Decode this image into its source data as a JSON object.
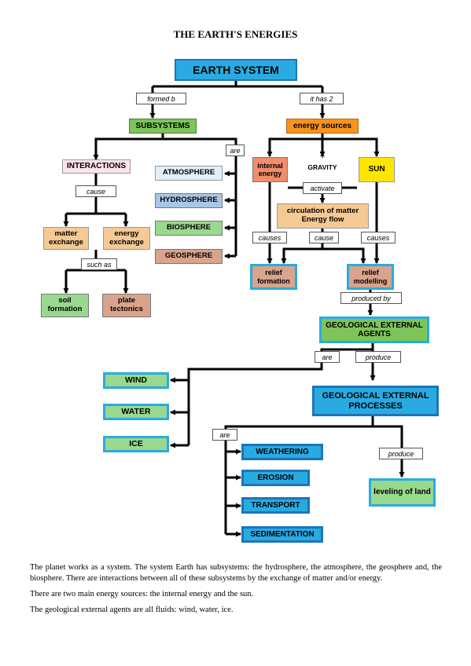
{
  "title": "THE EARTH'S ENERGIES",
  "nodes": {
    "earth_system": "EARTH SYSTEM",
    "subsystems": "SUBSYSTEMS",
    "energy_sources": "energy sources",
    "interactions": "INTERACTIONS",
    "atmosphere": "ATMOSPHERE",
    "hydrosphere": "HYDROSPHERE",
    "biosphere": "BIOSPHERE",
    "geosphere": "GEOSPHERE",
    "matter_exchange": "matter exchange",
    "energy_exchange": "energy exchange",
    "soil_formation": "soil formation",
    "plate_tectonics": "plate tectonics",
    "internal_energy": "internal energy",
    "gravity": "GRAVITY",
    "sun": "SUN",
    "circulation": "circulation of matter Energy flow",
    "relief_formation": "relief formation",
    "relief_modelling": "relief modelling",
    "geological_agents": "GEOLOGICAL EXTERNAL AGENTS",
    "wind": "WIND",
    "water": "WATER",
    "ice": "ICE",
    "geological_processes": "GEOLOGICAL EXTERNAL PROCESSES",
    "weathering": "WEATHERING",
    "erosion": "EROSION",
    "transport": "TRANSPORT",
    "sedimentation": "SEDIMENTATION",
    "leveling": "leveling of land"
  },
  "labels": {
    "formed_by": "formed b",
    "it_has_2": "it has 2",
    "are_1": "are",
    "cause": "cause",
    "such_as": "such as",
    "plus": "+",
    "activate": "activate",
    "causes_1": "causes",
    "cause_2": "cause",
    "causes_3": "causes",
    "produced_by": "produced by",
    "are_2": "are",
    "produce_1": "produce",
    "are_3": "are",
    "produce_2": "produce"
  },
  "paragraphs": [
    "The planet works as a system. The system Earth has subsystems: the hydrosphere, the atmosphere, the geosphere and, the biosphere. There are interactions between all of these subsystems by the exchange of matter and/or energy.",
    "There are two main energy sources: the internal energy and the sun.",
    "The geological external agents are all fluids: wind, water, ice."
  ],
  "colors": {
    "blue": "#29abe2",
    "green": "#7dc45a",
    "orange": "#f7931e",
    "yellow": "#ffe600",
    "pink": "#fce4ec",
    "light_blue": "#e1f0fa",
    "steel_blue": "#a7c7e7",
    "light_green": "#98d98e",
    "tan": "#f5c994",
    "brown": "#d9a38c",
    "salmon": "#f08d6a",
    "dark_blue_border": "#1b75bc",
    "blue_border": "#29abe2"
  }
}
